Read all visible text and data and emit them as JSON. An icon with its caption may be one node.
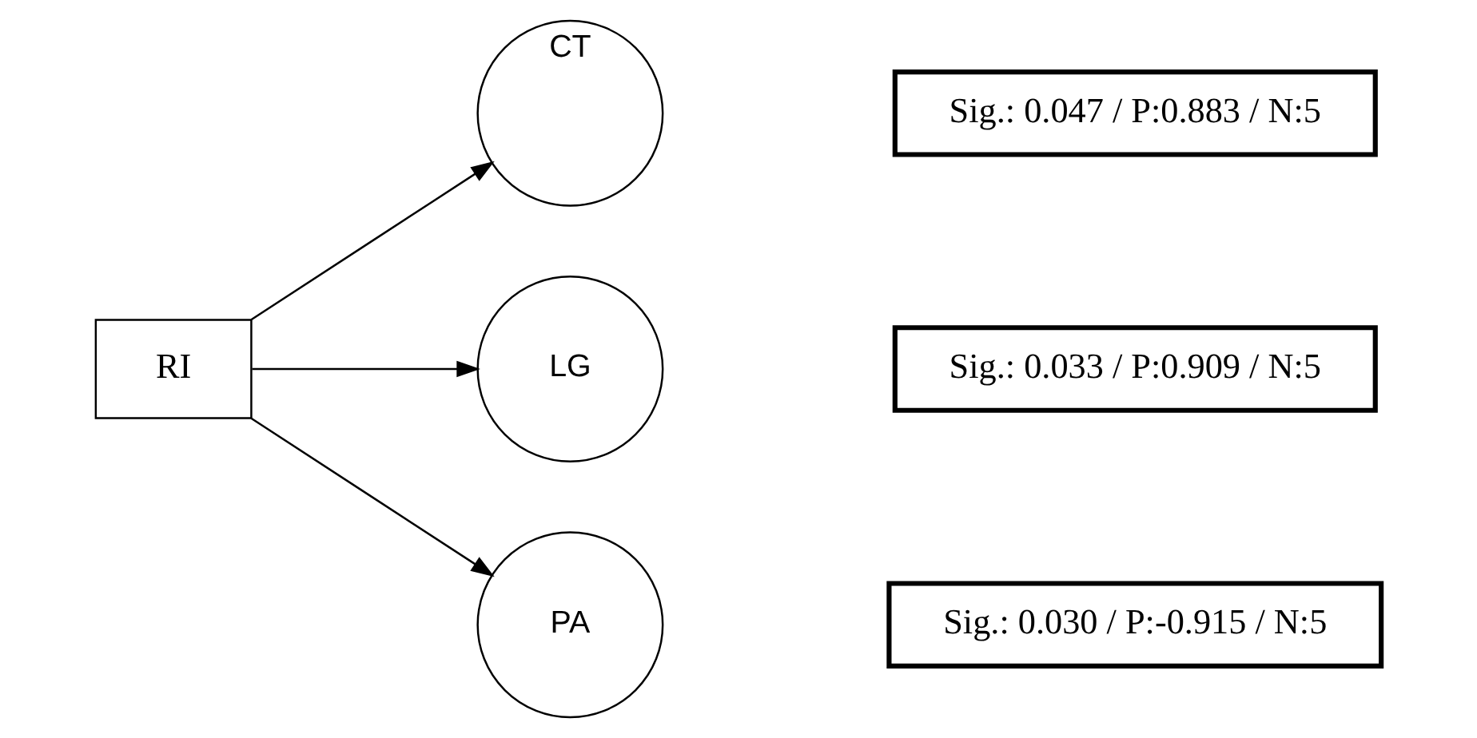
{
  "diagram": {
    "nodes": [
      {
        "text": [
          "CT"
        ]
      },
      {
        "text": [
          "Sig.: 0.047 / P:0.883 / N:5"
        ]
      },
      {
        "text": [
          "RI"
        ]
      },
      {
        "text": [
          "LG"
        ]
      },
      {
        "text": [
          "Sig.: 0.033 / P:0.909 / N:5"
        ]
      },
      {
        "text": [
          "PA"
        ]
      },
      {
        "text": [
          "Sig.: 0.030 / P:-0.915 / N:5"
        ]
      }
    ],
    "edges": [
      {
        "from": 2,
        "to": 0,
        "arrow": "to"
      },
      {
        "from": 2,
        "to": 3,
        "arrow": "to"
      },
      {
        "from": 2,
        "to": 5,
        "arrow": "to"
      }
    ]
  }
}
